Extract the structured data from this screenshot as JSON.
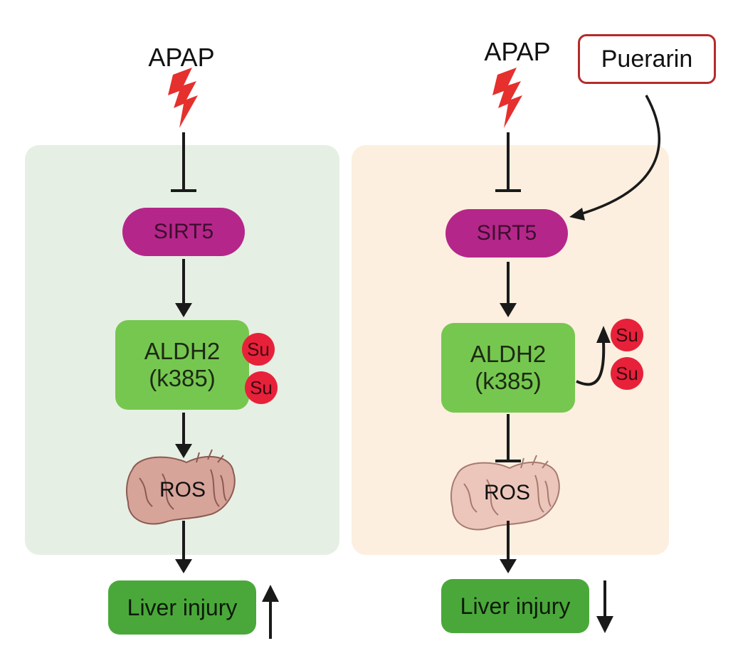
{
  "left_panel": {
    "trigger": "APAP",
    "sirt": "SIRT5",
    "aldh_line1": "ALDH2",
    "aldh_line2": "(k385)",
    "su1": "Su",
    "su2": "Su",
    "ros": "ROS",
    "outcome": "Liver injury"
  },
  "right_panel": {
    "trigger": "APAP",
    "drug": "Puerarin",
    "sirt": "SIRT5",
    "aldh_line1": "ALDH2",
    "aldh_line2": "(k385)",
    "su1": "Su",
    "su2": "Su",
    "ros": "ROS",
    "outcome": "Liver injury"
  },
  "colors": {
    "left_bg": "#e6efe4",
    "right_bg": "#fcefdf",
    "sirt": "#b5268a",
    "aldh": "#76c74f",
    "liver": "#4aa83a",
    "su": "#e8213b",
    "lightning": "#e5302e",
    "puerarin_border": "#b52b2b"
  }
}
